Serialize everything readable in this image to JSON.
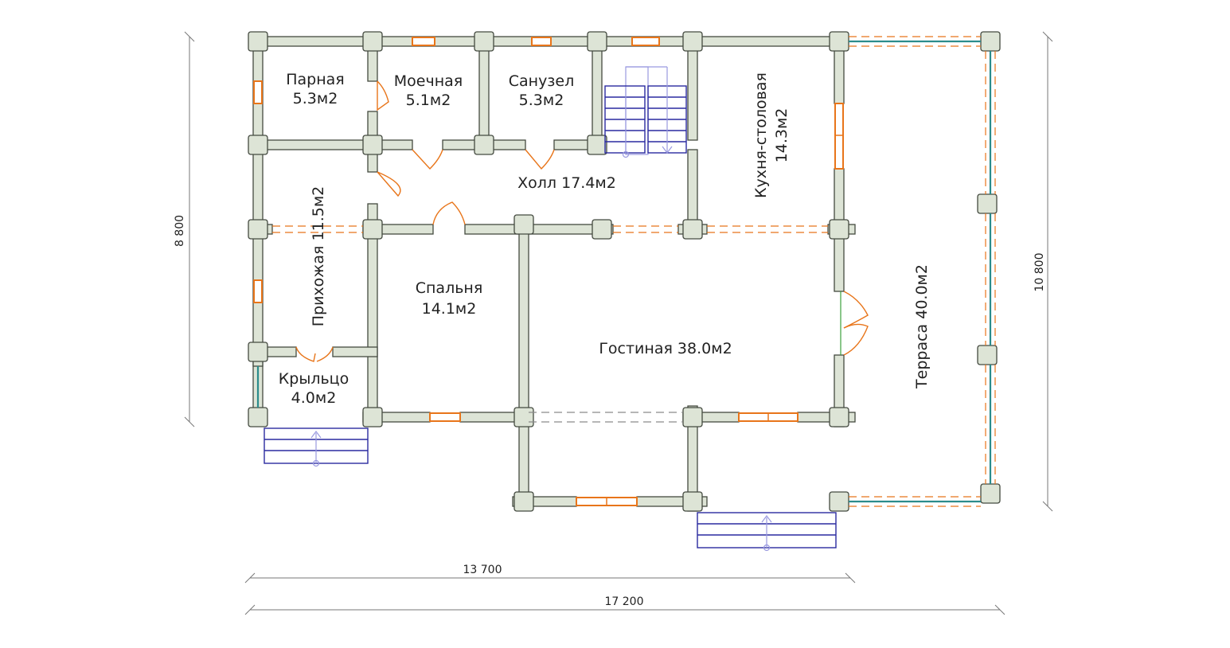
{
  "plan": {
    "rooms": [
      {
        "id": "parnaya",
        "name": "Парная",
        "area": "5.3м2"
      },
      {
        "id": "moechnaya",
        "name": "Моечная",
        "area": "5.1м2"
      },
      {
        "id": "sanuzel",
        "name": "Санузел",
        "area": "5.3м2"
      },
      {
        "id": "kukhnya",
        "name": "Кухня-столовая",
        "area": "14.3м2"
      },
      {
        "id": "holl",
        "label": "Холл 17.4м2"
      },
      {
        "id": "prikhozhaya",
        "label": "Прихожая 11.5м2"
      },
      {
        "id": "spalnya",
        "name": "Спальня",
        "area": "14.1м2"
      },
      {
        "id": "gostinaya",
        "label": "Гостиная 38.0м2"
      },
      {
        "id": "terrasa",
        "label": "Терраса 40.0м2"
      },
      {
        "id": "krylco",
        "name": "Крыльцо",
        "area": "4.0м2"
      }
    ],
    "dimensions": {
      "width_main": "13 700",
      "width_total": "17 200",
      "height_main": "8 800",
      "height_total": "10 800"
    }
  },
  "colors": {
    "wall_fill": "#dde4d6",
    "wall_stroke": "#444a40",
    "window": "#e8751a",
    "stairs": "#2a2aa0",
    "railing": "#2b8c8c"
  }
}
